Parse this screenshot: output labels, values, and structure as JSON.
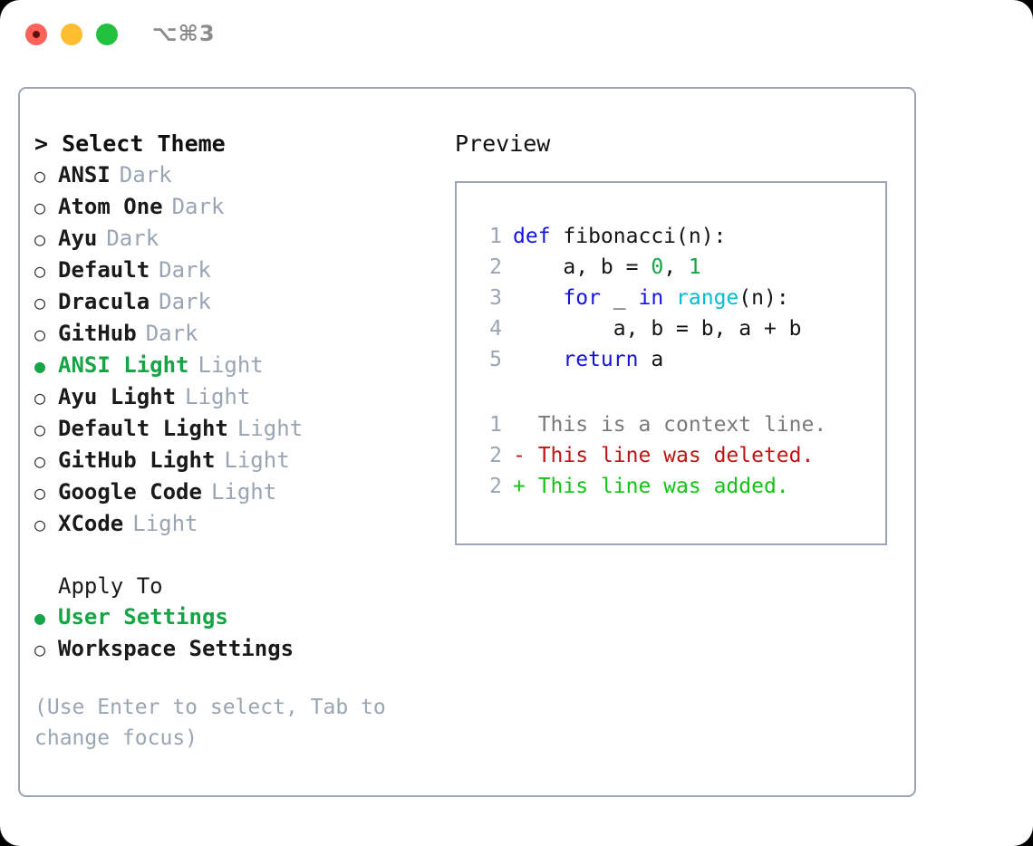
{
  "titlebar": {
    "shortcut": "⌥⌘3",
    "buttons": [
      {
        "name": "close",
        "color": "#ff6259"
      },
      {
        "name": "minimize",
        "color": "#ffbd2f"
      },
      {
        "name": "maximize",
        "color": "#22c23e"
      }
    ]
  },
  "theme_panel": {
    "header": "> Select Theme",
    "bullet_selected": "●",
    "bullet_unselected": "○",
    "items": [
      {
        "label": "ANSI",
        "tag": "Dark",
        "selected": false
      },
      {
        "label": "Atom One",
        "tag": "Dark",
        "selected": false
      },
      {
        "label": "Ayu",
        "tag": "Dark",
        "selected": false
      },
      {
        "label": "Default",
        "tag": "Dark",
        "selected": false
      },
      {
        "label": "Dracula",
        "tag": "Dark",
        "selected": false
      },
      {
        "label": "GitHub",
        "tag": "Dark",
        "selected": false
      },
      {
        "label": "ANSI Light",
        "tag": "Light",
        "selected": true
      },
      {
        "label": "Ayu Light",
        "tag": "Light",
        "selected": false
      },
      {
        "label": "Default Light",
        "tag": "Light",
        "selected": false
      },
      {
        "label": "GitHub Light",
        "tag": "Light",
        "selected": false
      },
      {
        "label": "Google Code",
        "tag": "Light",
        "selected": false
      },
      {
        "label": "XCode",
        "tag": "Light",
        "selected": false
      }
    ]
  },
  "apply_to": {
    "header": "Apply To",
    "items": [
      {
        "label": "User Settings",
        "selected": true
      },
      {
        "label": "Workspace Settings",
        "selected": false
      }
    ]
  },
  "hint": "(Use Enter to select, Tab to change focus)",
  "preview": {
    "title": "Preview",
    "code_lines": [
      {
        "no": "1",
        "tokens": [
          {
            "t": "def ",
            "c": "kw"
          },
          {
            "t": "fibonacci(n):",
            "c": "plain"
          }
        ]
      },
      {
        "no": "2",
        "tokens": [
          {
            "t": "    a, b = ",
            "c": "plain"
          },
          {
            "t": "0",
            "c": "num"
          },
          {
            "t": ", ",
            "c": "plain"
          },
          {
            "t": "1",
            "c": "num"
          }
        ]
      },
      {
        "no": "3",
        "tokens": [
          {
            "t": "    ",
            "c": "plain"
          },
          {
            "t": "for",
            "c": "kw"
          },
          {
            "t": " _ ",
            "c": "plain"
          },
          {
            "t": "in",
            "c": "kw"
          },
          {
            "t": " ",
            "c": "plain"
          },
          {
            "t": "range",
            "c": "fn"
          },
          {
            "t": "(n):",
            "c": "plain"
          }
        ]
      },
      {
        "no": "4",
        "tokens": [
          {
            "t": "        a, b = b, a + b",
            "c": "plain"
          }
        ]
      },
      {
        "no": "5",
        "tokens": [
          {
            "t": "    ",
            "c": "plain"
          },
          {
            "t": "return",
            "c": "kw"
          },
          {
            "t": " a",
            "c": "plain"
          }
        ]
      }
    ],
    "diff_lines": [
      {
        "no": "1",
        "marker": " ",
        "text": " This is a context line.",
        "kind": "ctx"
      },
      {
        "no": "2",
        "marker": "-",
        "text": " This line was deleted.",
        "kind": "del"
      },
      {
        "no": "2",
        "marker": "+",
        "text": " This line was added.",
        "kind": "add"
      }
    ]
  },
  "colors": {
    "accent_green": "#16a546",
    "muted": "#9aa5b4",
    "keyword_blue": "#1414e0",
    "function_cyan": "#00bcd4",
    "diff_deleted": "#c01515",
    "diff_added": "#12c412",
    "border": "#9aa5b4"
  }
}
